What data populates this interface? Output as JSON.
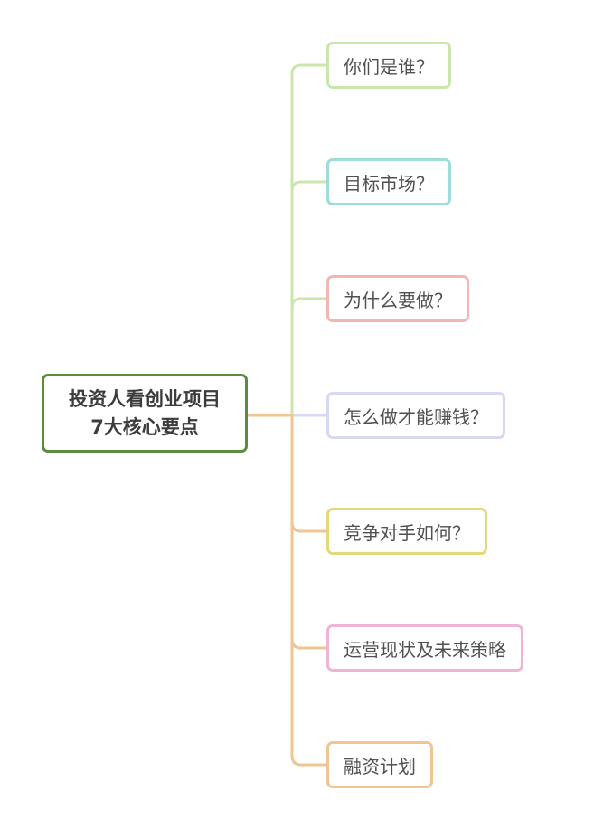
{
  "root": {
    "line1": "投资人看创业项目",
    "line2": "7大核心要点",
    "border_color": "#5b8e3c"
  },
  "branches": [
    {
      "label": "你们是谁？",
      "color": "#cbe6ad",
      "line_color": "#cbe6ad"
    },
    {
      "label": "目标市场？",
      "color": "#9cdcdb",
      "line_color": "#cbe6ad"
    },
    {
      "label": "为什么要做？",
      "color": "#f0b7b3",
      "line_color": "#cbe6ad"
    },
    {
      "label": "怎么做才能赚钱？",
      "color": "#d6d8f4",
      "line_color": "#d6d8f4"
    },
    {
      "label": "竞争对手如何？",
      "color": "#e6d87a",
      "line_color": "#f0c591"
    },
    {
      "label": "运营现状及未来策略",
      "color": "#f0b5d6",
      "line_color": "#f0c591"
    },
    {
      "label": "融资计划",
      "color": "#f0c591",
      "line_color": "#f0c591"
    }
  ]
}
